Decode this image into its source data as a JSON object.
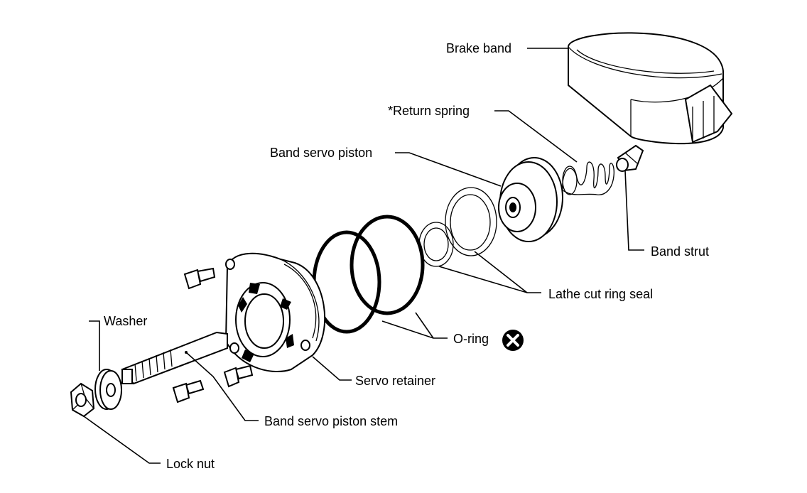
{
  "diagram": {
    "labels": {
      "brake_band": "Brake band",
      "return_spring": "*Return spring",
      "band_servo_piston": "Band servo piston",
      "band_strut": "Band strut",
      "lathe_cut_ring_seal": "Lathe cut ring seal",
      "o_ring": "O-ring",
      "washer": "Washer",
      "servo_retainer": "Servo retainer",
      "band_servo_piston_stem": "Band servo piston stem",
      "lock_nut": "Lock nut"
    },
    "symbols": {
      "replace_mark": "circled-x-icon"
    }
  }
}
